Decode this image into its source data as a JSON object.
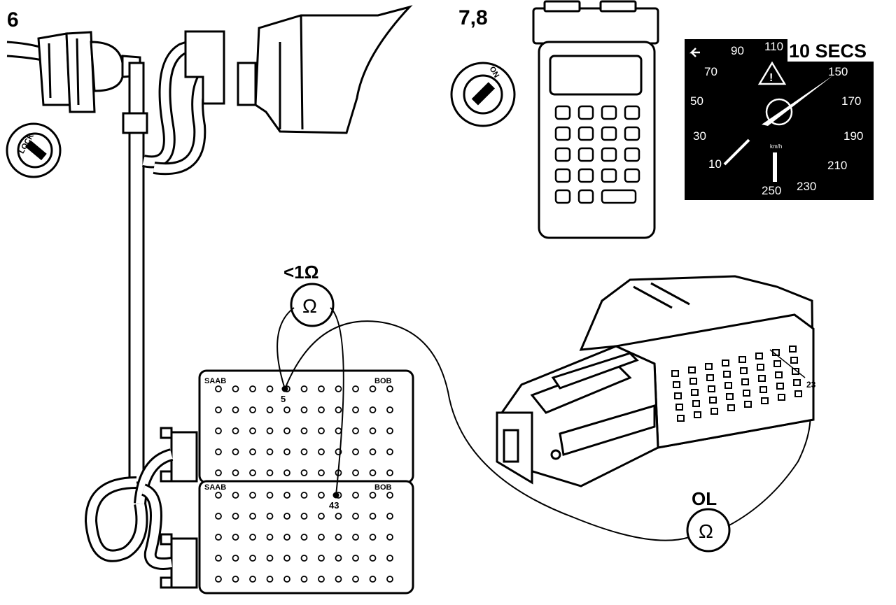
{
  "steps": {
    "step6": "6",
    "step78": "7,8"
  },
  "ignition": {
    "lock": "LOCK",
    "on": "ON"
  },
  "speedometer": {
    "duration": "10 SECS",
    "ticks": [
      "10",
      "30",
      "50",
      "70",
      "90",
      "110",
      "150",
      "170",
      "190",
      "210",
      "230",
      "250"
    ],
    "center_label": "km/h"
  },
  "meters": {
    "unit_symbol": "Ω",
    "top_reading": "<1Ω",
    "bottom_reading": "OL"
  },
  "breakout_box": {
    "brand": "SAAB",
    "model": "BOB",
    "pin_a": "5",
    "pin_b": "43"
  },
  "connector": {
    "pin": "23"
  }
}
